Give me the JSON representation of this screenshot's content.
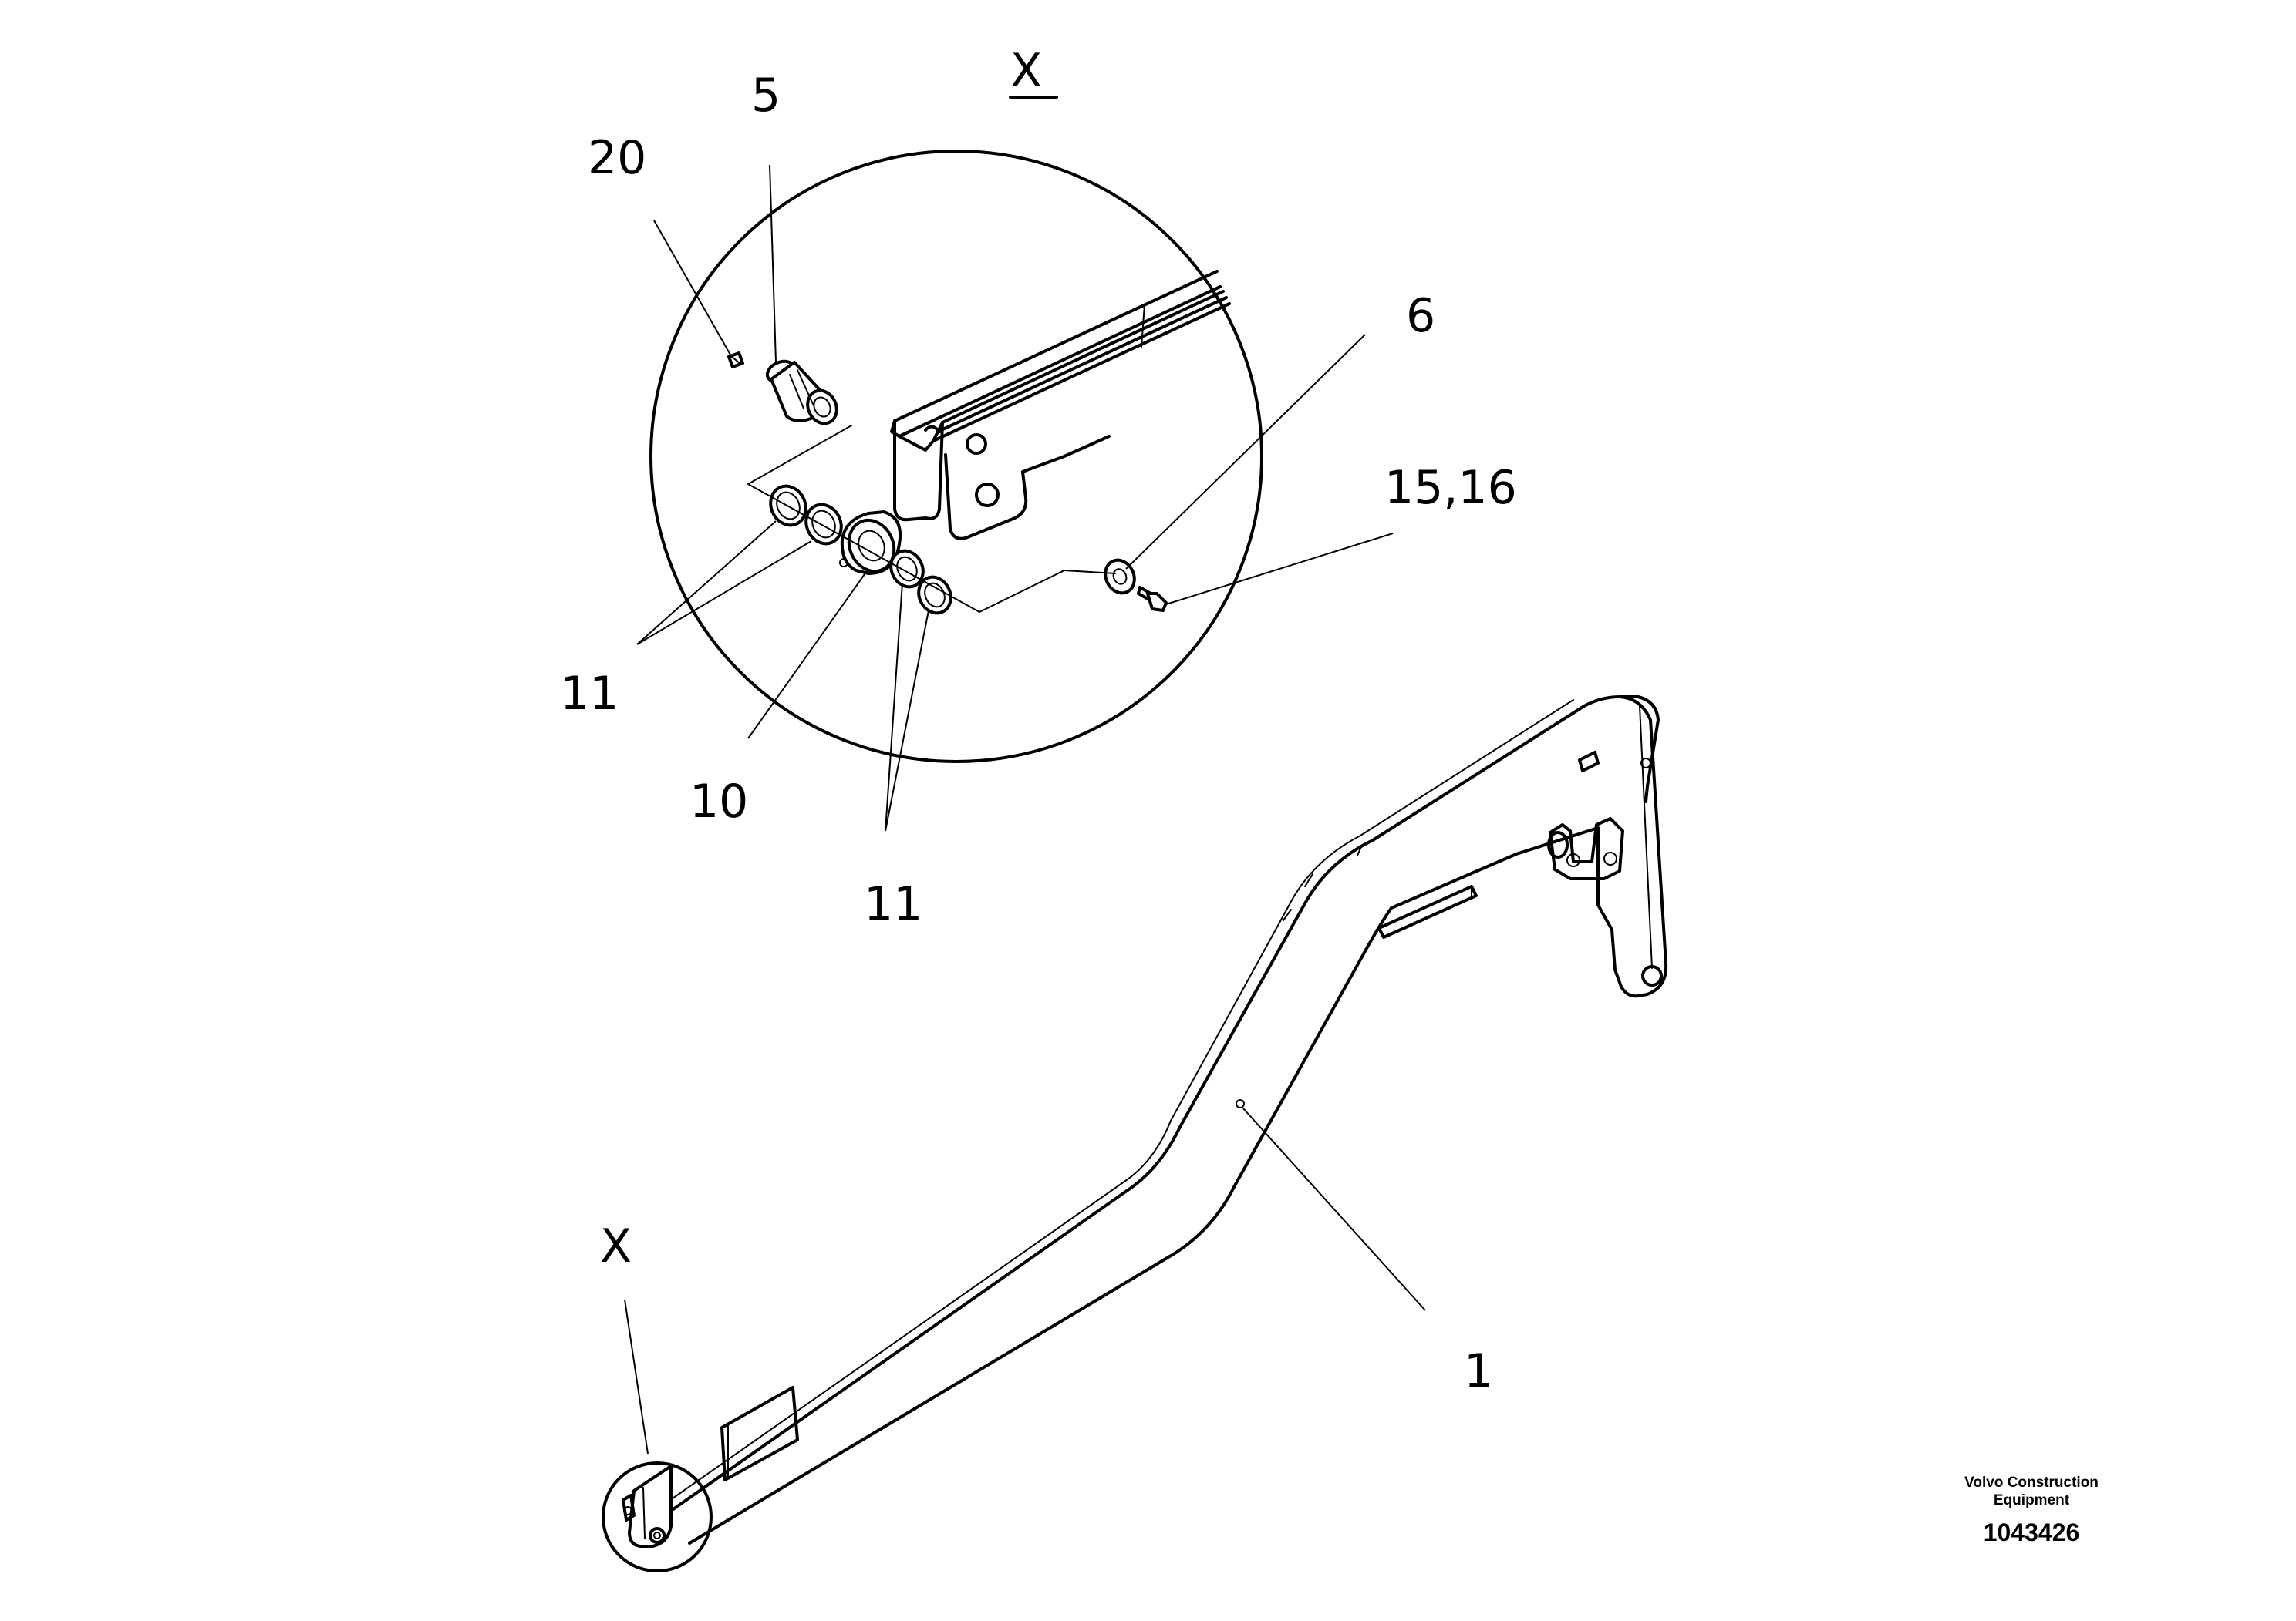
{
  "diagram": {
    "detail_title": "X",
    "view_marker": "X",
    "callouts": {
      "c20": "20",
      "c5": "5",
      "c6": "6",
      "c15_16": "15,16",
      "c11_left": "11",
      "c10": "10",
      "c11_bottom": "11",
      "c1": "1"
    }
  },
  "footer": {
    "brand_line1": "Volvo Construction",
    "brand_line2": "Equipment",
    "doc_number": "1043426"
  }
}
